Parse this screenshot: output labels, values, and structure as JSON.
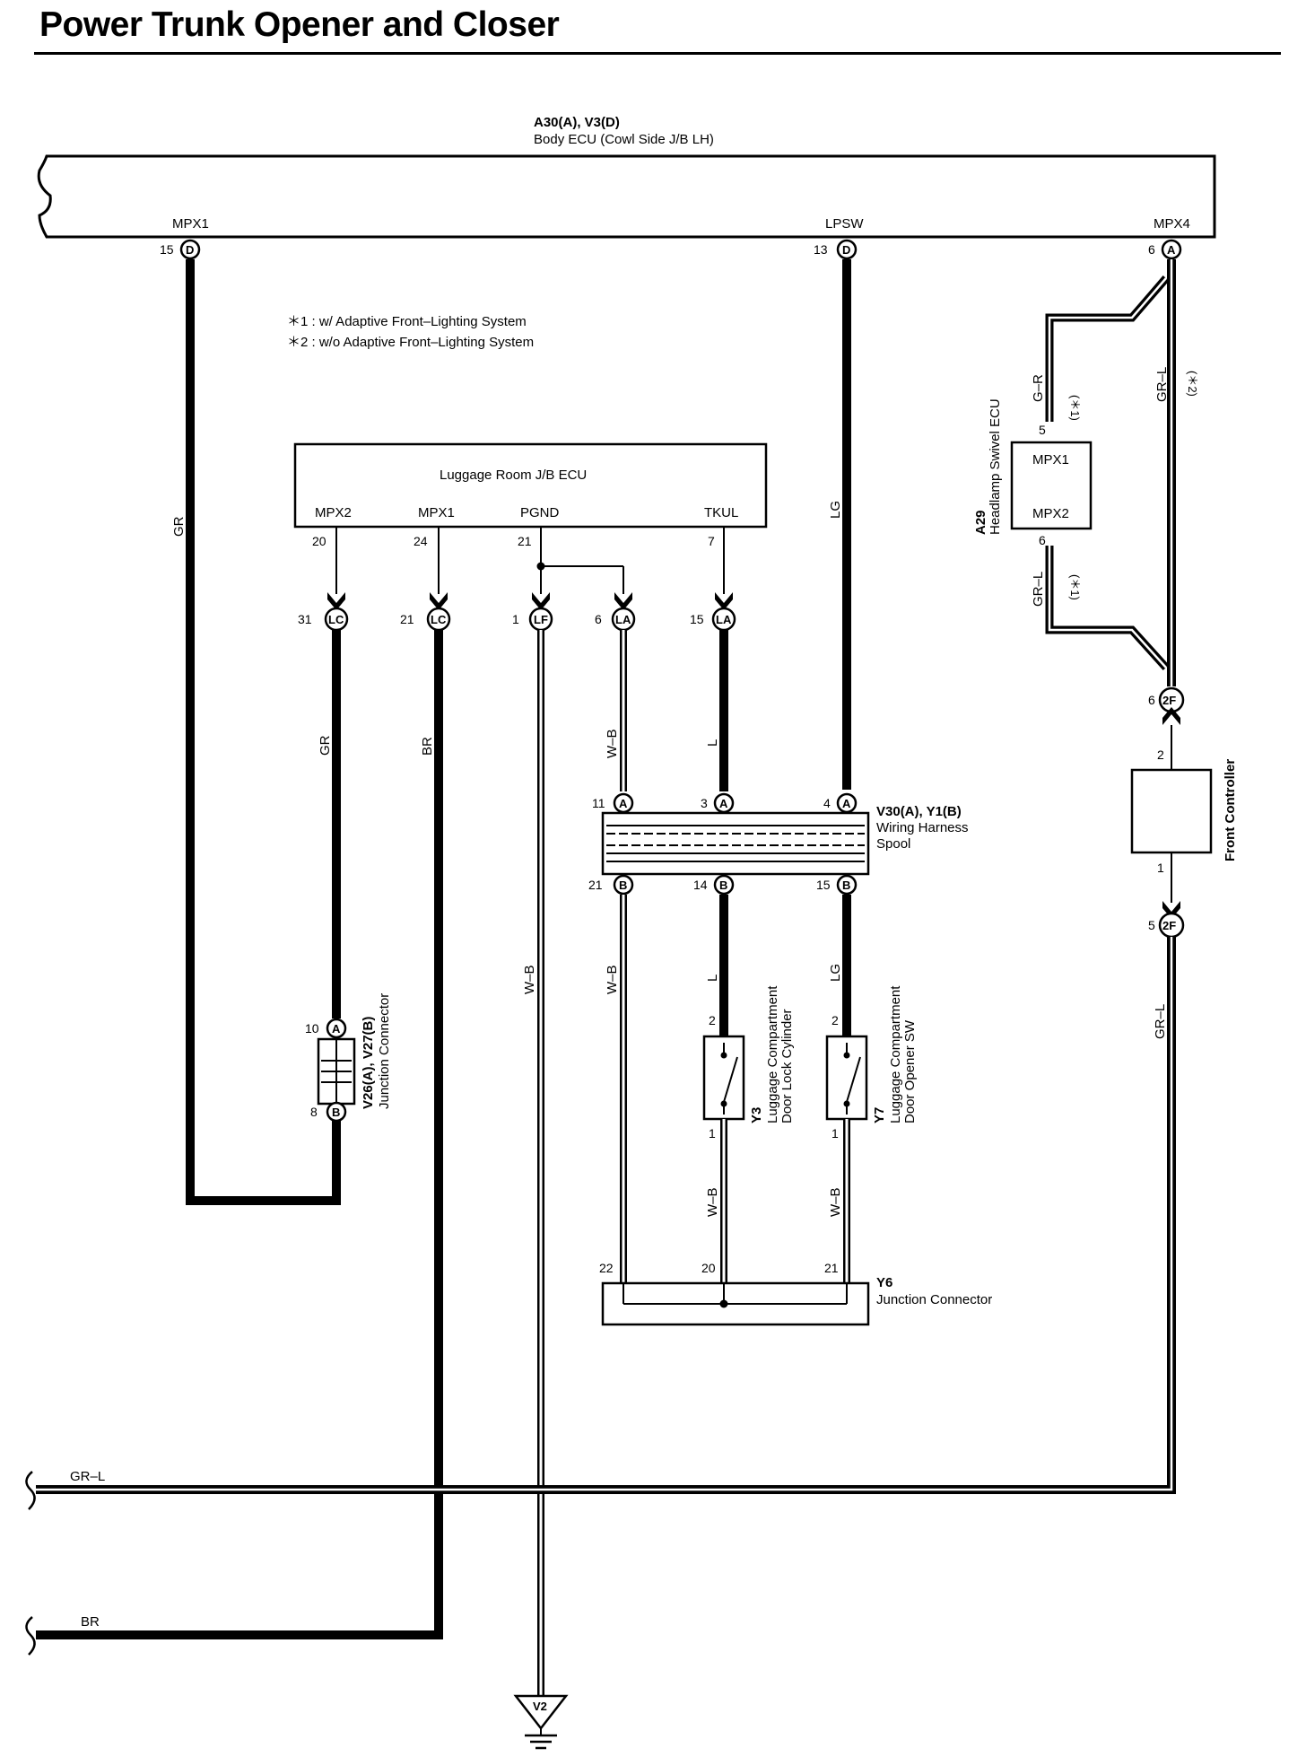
{
  "title": "Power Trunk Opener and Closer",
  "notes": [
    "＊1 : w/ Adaptive Front–Lighting System",
    "＊2 : w/o Adaptive Front–Lighting System"
  ],
  "body_ecu": {
    "codes": "A30(A), V3(D)",
    "name": "Body ECU (Cowl Side J/B LH)",
    "terminals": [
      {
        "name": "MPX1",
        "pin": "15",
        "conn": "D"
      },
      {
        "name": "LPSW",
        "pin": "13",
        "conn": "D"
      },
      {
        "name": "MPX4",
        "pin": "6",
        "conn": "A"
      }
    ]
  },
  "luggage_ecu": {
    "name": "Luggage Room J/B ECU",
    "terminals": [
      {
        "name": "MPX2",
        "pin": "20"
      },
      {
        "name": "MPX1",
        "pin": "24"
      },
      {
        "name": "PGND",
        "pin": "21"
      },
      {
        "name": "TKUL",
        "pin": "7"
      }
    ]
  },
  "inline_connectors": [
    {
      "pin": "31",
      "tag": "LC"
    },
    {
      "pin": "21",
      "tag": "LC"
    },
    {
      "pin": "1",
      "tag": "LF"
    },
    {
      "pin": "6",
      "tag": "LA"
    },
    {
      "pin": "15",
      "tag": "LA"
    }
  ],
  "headlamp_ecu": {
    "code": "A29",
    "name": "Headlamp Swivel ECU",
    "term_top": "MPX1",
    "term_bottom": "MPX2",
    "pin_top": "5",
    "pin_bottom": "6"
  },
  "front_controller": {
    "name": "Front Controller",
    "pin_top": "2",
    "pin_bottom": "1"
  },
  "conn_2f": [
    {
      "pin": "6",
      "tag": "2F"
    },
    {
      "pin": "5",
      "tag": "2F"
    }
  ],
  "spool": {
    "code": "V30(A), Y1(B)",
    "name1": "Wiring Harness",
    "name2": "Spool",
    "top_pins": [
      {
        "pin": "11",
        "tag": "A"
      },
      {
        "pin": "3",
        "tag": "A"
      },
      {
        "pin": "4",
        "tag": "A"
      }
    ],
    "bottom_pins": [
      {
        "pin": "21",
        "tag": "B"
      },
      {
        "pin": "14",
        "tag": "B"
      },
      {
        "pin": "15",
        "tag": "B"
      }
    ]
  },
  "jc_v26": {
    "code": "V26(A), V27(B)",
    "name": "Junction Connector",
    "pin_top": "10",
    "tag_top": "A",
    "pin_bottom": "8",
    "tag_bottom": "B"
  },
  "switch_y3": {
    "code": "Y3",
    "name1": "Luggage Compartment",
    "name2": "Door Lock Cylinder",
    "pin_top": "2",
    "pin_bottom": "1"
  },
  "switch_y7": {
    "code": "Y7",
    "name1": "Luggage Compartment",
    "name2": "Door Opener SW",
    "pin_top": "2",
    "pin_bottom": "1"
  },
  "jc_y6": {
    "code": "Y6",
    "name": "Junction Connector",
    "pins": [
      "22",
      "20",
      "21"
    ]
  },
  "ground": {
    "code": "V2"
  },
  "wires": {
    "gr_main": "GR",
    "gr_lc": "GR",
    "br_lc": "BR",
    "wb_lf": "W–B",
    "wb_la": "W–B",
    "l_la": "L",
    "lg_main": "LG",
    "gr_note1": "G–R",
    "gr_l_note2": "GR–L",
    "note1": "(＊1)",
    "note2": "(＊2)",
    "gr_l_mpx2": "GR–L",
    "wb_spool": "W–B",
    "l_spool": "L",
    "lg_spool": "LG",
    "wb_y3": "W–B",
    "wb_y7": "W–B",
    "gr_l_fc": "GR–L",
    "bus_grl": "GR–L",
    "bus_br": "BR"
  }
}
